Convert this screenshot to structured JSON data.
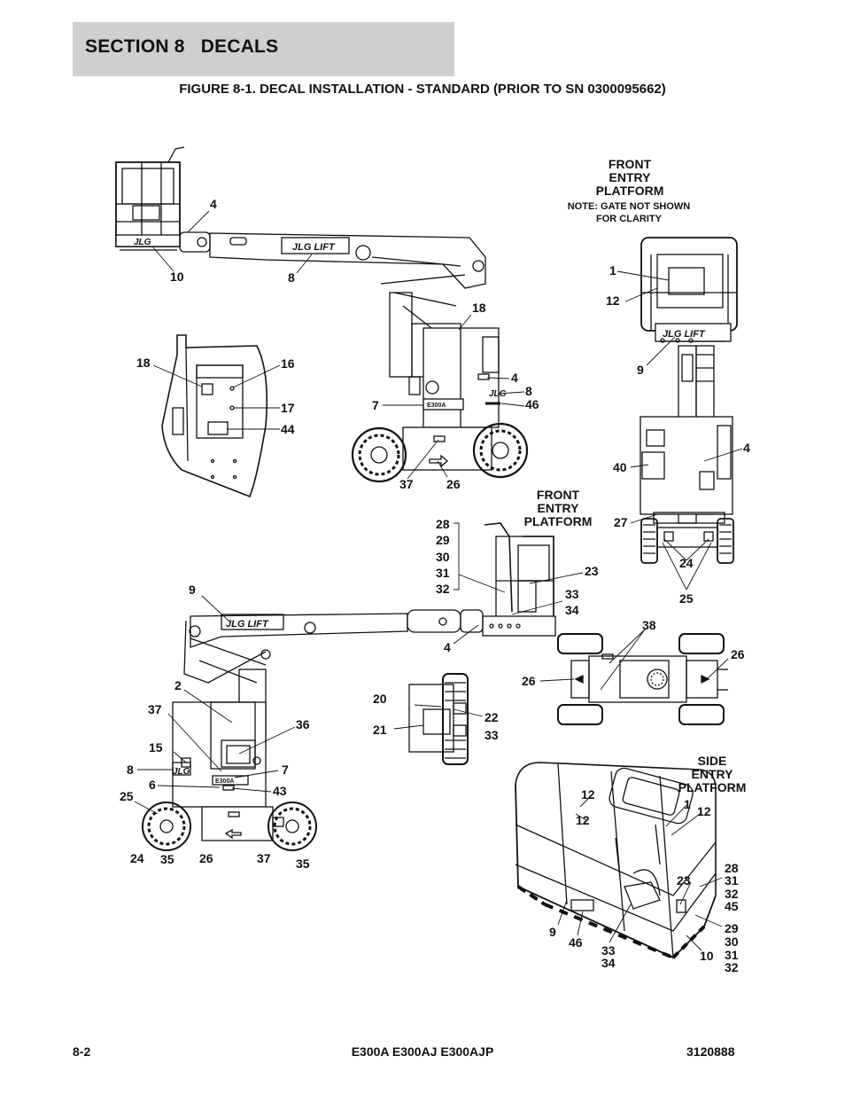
{
  "header": {
    "section_title": "SECTION 8   DECALS",
    "figure_title": "FIGURE 8-1. DECAL INSTALLATION - STANDARD (PRIOR TO SN 0300095662)"
  },
  "footer": {
    "page_number": "8-2",
    "models": "E300A E300AJ E300AJP",
    "part_number": "3120888"
  },
  "diagram": {
    "view_labels": {
      "front_entry_top_1": "FRONT",
      "front_entry_top_2": "ENTRY",
      "front_entry_top_3": "PLATFORM",
      "note_1": "NOTE: GATE NOT SHOWN",
      "note_2": "FOR CLARITY",
      "front_entry_mid_1": "FRONT",
      "front_entry_mid_2": "ENTRY",
      "front_entry_mid_3": "PLATFORM",
      "side_entry_1": "SIDE",
      "side_entry_2": "ENTRY",
      "side_entry_3": "PLATFORM"
    },
    "decal_text": {
      "brand_1": "JLG LIFT",
      "brand_2": "JLG LIFT",
      "brand_3": "JLG LIFT",
      "brand_4": "JLG",
      "model_plate_1": "E300A",
      "model_plate_2": "E300A"
    },
    "callouts": {
      "c4_a": "4",
      "c10_a": "10",
      "c8_a": "8",
      "c18_a": "18",
      "c18_b": "18",
      "c16": "16",
      "c17": "17",
      "c44": "44",
      "c7_a": "7",
      "c4_b": "4",
      "c8_b": "8",
      "c46_a": "46",
      "c37_a": "37",
      "c26_a": "26",
      "c1_a": "1",
      "c12_a": "12",
      "c9_a": "9",
      "c40": "40",
      "c4_c": "4",
      "c27": "27",
      "c24_a": "24",
      "c25_a": "25",
      "c28_a": "28",
      "c29_a": "29",
      "c30_a": "30",
      "c31_a": "31",
      "c32_a": "32",
      "c23_a": "23",
      "c33_a": "33",
      "c34_a": "34",
      "c4_d": "4",
      "c9_b": "9",
      "c2": "2",
      "c37_b": "37",
      "c36": "36",
      "c15": "15",
      "c8_c": "8",
      "c7_b": "7",
      "c6": "6",
      "c43": "43",
      "c25_b": "25",
      "c24_b": "24",
      "c35_a": "35",
      "c26_b": "26",
      "c37_c": "37",
      "c35_b": "35",
      "c20": "20",
      "c21": "21",
      "c22": "22",
      "c33_b": "33",
      "c38": "38",
      "c26_c": "26",
      "c26_d": "26",
      "c12_b": "12",
      "c12_c": "12",
      "c1_b": "1",
      "c12_d": "12",
      "c28_b": "28",
      "c31_b": "31",
      "c32_b": "32",
      "c45": "45",
      "c23_b": "23",
      "c29_b": "29",
      "c30_b": "30",
      "c31_c": "31",
      "c32_c": "32",
      "c10_b": "10",
      "c9_c": "9",
      "c46_b": "46",
      "c33_c": "33",
      "c34_b": "34"
    }
  }
}
